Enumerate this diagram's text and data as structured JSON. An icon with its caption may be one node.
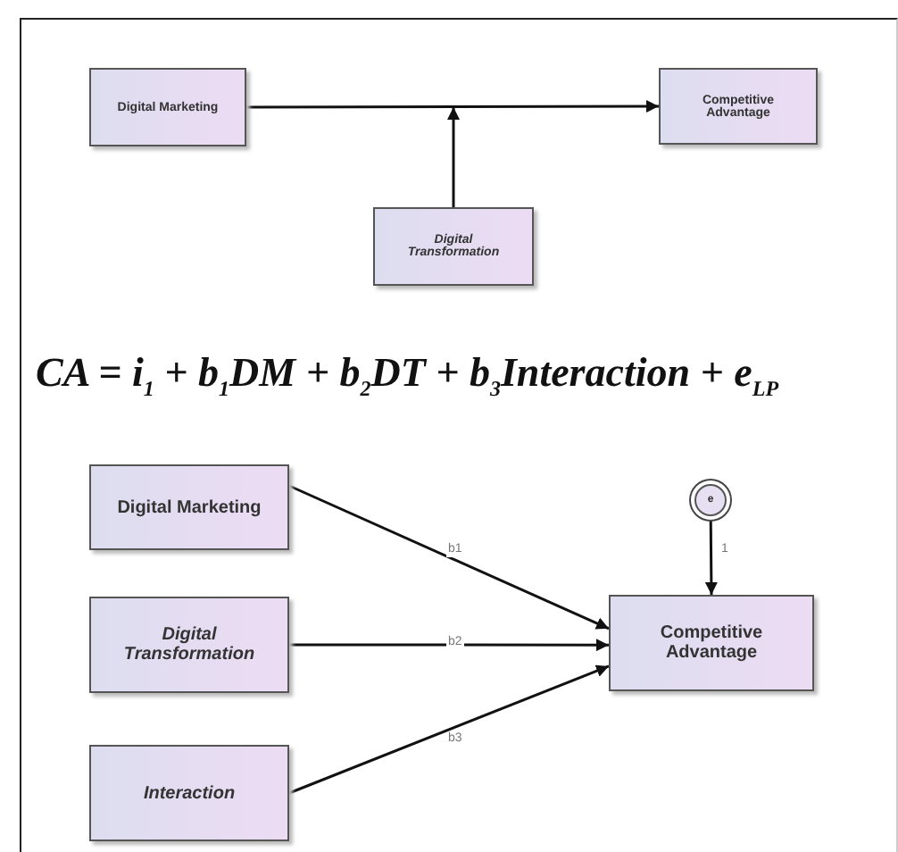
{
  "diagram": {
    "nodes": [
      {
        "text": [
          "Digital Marketing"
        ]
      },
      {
        "text": [
          "Competitive Advantage"
        ]
      },
      {
        "text": [
          "Digital Transformation"
        ]
      },
      {
        "text": [
          "Digital Marketing"
        ]
      },
      {
        "text": [
          "Digital Transformation"
        ]
      },
      {
        "text": [
          "Interaction"
        ]
      },
      {
        "text": [
          "e"
        ]
      },
      {
        "text": [
          "Competitive Advantage"
        ]
      }
    ],
    "edges": [
      {
        "from": 0,
        "to": 1,
        "arrow": "to"
      },
      {
        "from": 2,
        "to": null,
        "arrow": "to"
      },
      {
        "from": 3,
        "to": 7,
        "arrow": "to",
        "label": "b1"
      },
      {
        "from": 4,
        "to": 7,
        "arrow": "to",
        "label": "b2"
      },
      {
        "from": 5,
        "to": 7,
        "arrow": "to",
        "label": "b3"
      },
      {
        "from": 6,
        "to": 7,
        "arrow": "to",
        "label": "1"
      }
    ],
    "labels": [
      "CA = i$_{1}$ + b$_{1}$DM + b$_{2}$DT + b$_{3}$Interaction + e$_{LP}$"
    ]
  }
}
